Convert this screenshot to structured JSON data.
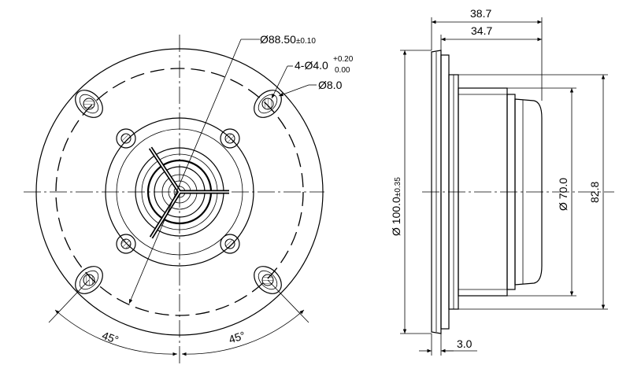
{
  "front_view": {
    "pcd": {
      "value": "Ø88.50",
      "tol": "±0.10"
    },
    "holes": {
      "spec": "4-Ø4.0",
      "tol_upper": "+0.20",
      "tol_lower": "0.00"
    },
    "counterbore": "Ø8.0",
    "angle_left": "45°",
    "angle_right": "45°"
  },
  "side_view": {
    "overall_depth": "38.7",
    "body_depth": "34.7",
    "flange_diameter": {
      "value": "Ø 100.0",
      "tol": "±0.35"
    },
    "body_diameter": "Ø 70.0",
    "rear_diameter": "82.8",
    "flange_thickness": "3.0"
  }
}
